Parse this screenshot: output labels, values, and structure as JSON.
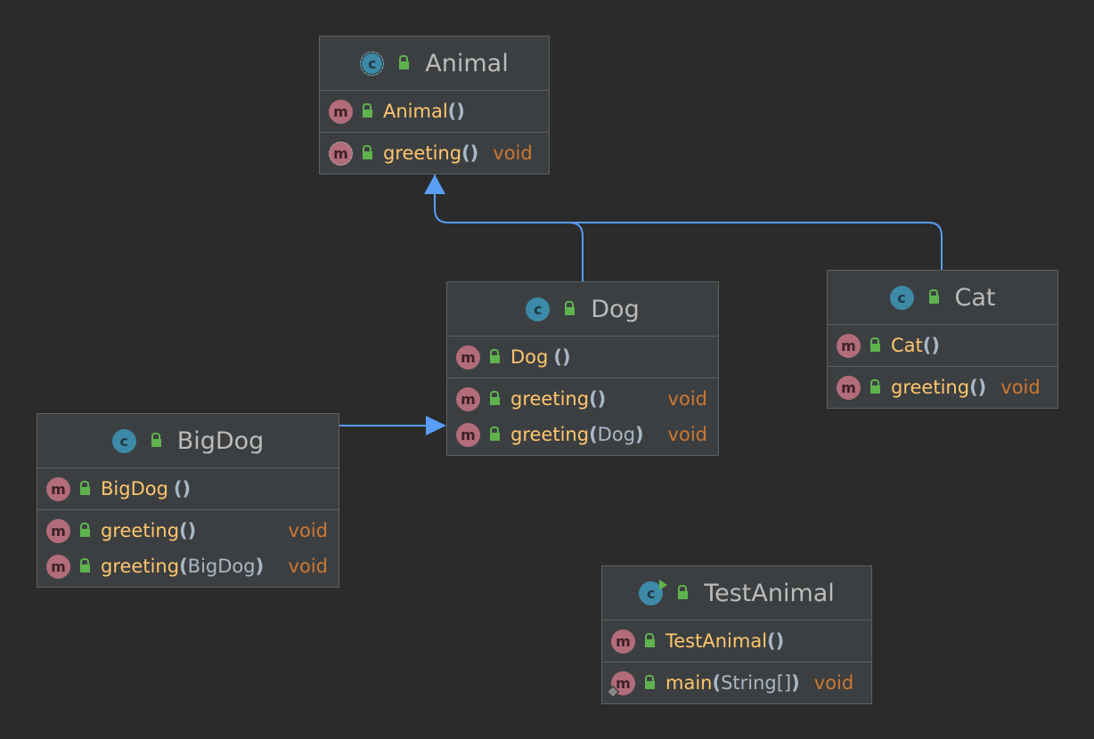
{
  "classes": {
    "animal": {
      "name": "Animal",
      "icon": "abstract-class-icon",
      "constructors": [
        {
          "name": "Animal",
          "params": "",
          "returns": ""
        }
      ],
      "methods": [
        {
          "name": "greeting",
          "params": "",
          "returns": "void"
        }
      ]
    },
    "dog": {
      "name": "Dog",
      "icon": "class-icon",
      "constructors": [
        {
          "name": "Dog",
          "params": "",
          "returns": ""
        }
      ],
      "methods": [
        {
          "name": "greeting",
          "params": "",
          "returns": "void"
        },
        {
          "name": "greeting",
          "params": "Dog",
          "returns": "void"
        }
      ]
    },
    "cat": {
      "name": "Cat",
      "icon": "class-icon",
      "constructors": [
        {
          "name": "Cat",
          "params": "",
          "returns": ""
        }
      ],
      "methods": [
        {
          "name": "greeting",
          "params": "",
          "returns": "void"
        }
      ]
    },
    "bigdog": {
      "name": "BigDog",
      "icon": "class-icon",
      "constructors": [
        {
          "name": "BigDog",
          "params": "",
          "returns": ""
        }
      ],
      "methods": [
        {
          "name": "greeting",
          "params": "",
          "returns": "void"
        },
        {
          "name": "greeting",
          "params": "BigDog",
          "returns": "void"
        }
      ]
    },
    "testanimal": {
      "name": "TestAnimal",
      "icon": "runnable-class-icon",
      "constructors": [
        {
          "name": "TestAnimal",
          "params": "",
          "returns": ""
        }
      ],
      "methods": [
        {
          "name": "main",
          "params": "String[]",
          "returns": "void"
        }
      ]
    }
  },
  "glyphs": {
    "class": "c",
    "method": "m"
  },
  "relations": [
    {
      "from": "Dog",
      "to": "Animal",
      "kind": "extends"
    },
    {
      "from": "Cat",
      "to": "Animal",
      "kind": "extends"
    },
    {
      "from": "BigDog",
      "to": "Dog",
      "kind": "extends"
    }
  ],
  "colors": {
    "background": "#2b2b2b",
    "node": "#3c3f41",
    "edge": "#589df6",
    "method_name": "#ffc66d",
    "return_type": "#cc7832",
    "class_icon": "#3d8aa8",
    "method_icon": "#b26c7a",
    "access_public": "#5fb34e"
  }
}
